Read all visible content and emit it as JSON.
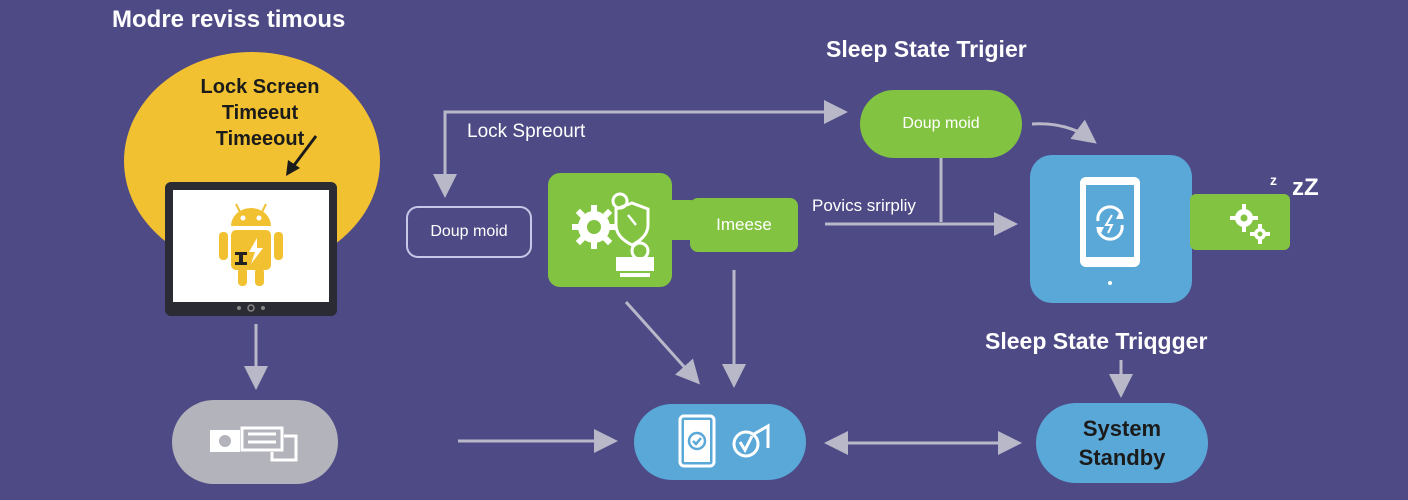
{
  "titles": {
    "main": "Modre reviss timous",
    "sleep_top": "Sleep State Trigier",
    "sleep_bottom": "Sleep State Triqgger"
  },
  "lock_screen": {
    "text_lines": [
      "Lock Screen",
      "Timeeut",
      "Timeeout"
    ],
    "icon": "android-tablet-icon"
  },
  "labels": {
    "lock_spreourt": "Lock Spreourt",
    "povics": "Povics srirpliy"
  },
  "nodes": {
    "doup_outline": "Doup moid",
    "imeese": "Imeese",
    "doup_green": "Doup moid",
    "system_standby_lines": [
      "System",
      "Standby"
    ],
    "zzz": "zZ"
  },
  "icons": {
    "gears": "gears-shield-icon",
    "phone_sync": "phone-sync-icon",
    "settings": "settings-gears-icon",
    "grey": "document-card-icon",
    "blue_mid": "check-device-icon"
  },
  "colors": {
    "background": "#4e4a86",
    "yellow": "#f1c131",
    "green": "#82c341",
    "blue": "#5aa8d8",
    "grey": "#b3b3bb",
    "arrow": "#b8b8c8"
  }
}
